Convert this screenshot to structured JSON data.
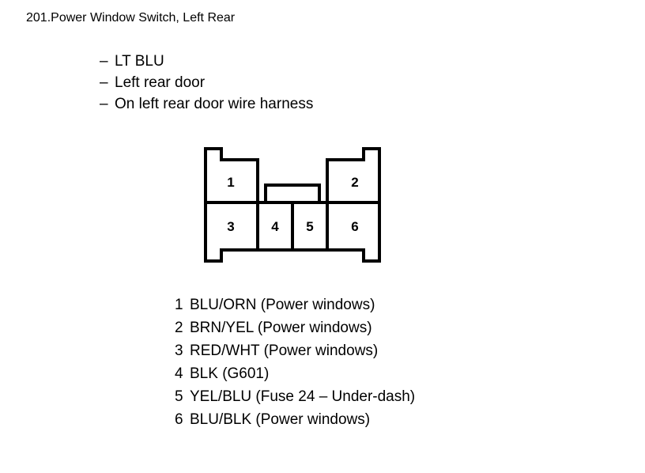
{
  "entry": {
    "number": "201.",
    "title": "Power Window Switch, Left Rear"
  },
  "attributes": {
    "dash": "–",
    "items": [
      "LT BLU",
      "Left rear door",
      "On left rear door wire harness"
    ]
  },
  "connector": {
    "top_row": [
      "1",
      "2"
    ],
    "bottom_row": [
      "3",
      "4",
      "5",
      "6"
    ]
  },
  "pin_legend": [
    {
      "pin": "1",
      "description": "BLU/ORN (Power windows)"
    },
    {
      "pin": "2",
      "description": "BRN/YEL (Power windows)"
    },
    {
      "pin": "3",
      "description": "RED/WHT (Power windows)"
    },
    {
      "pin": "4",
      "description": "BLK (G601)"
    },
    {
      "pin": "5",
      "description": "YEL/BLU (Fuse 24 – Under-dash)"
    },
    {
      "pin": "6",
      "description": "BLU/BLK (Power windows)"
    }
  ],
  "colors": {
    "ink": "#000000",
    "page": "#ffffff"
  }
}
